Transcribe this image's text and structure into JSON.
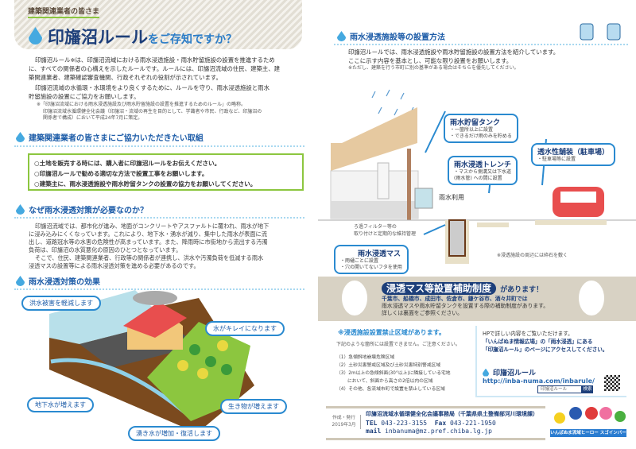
{
  "left": {
    "kicker": "建築関連業者の皆さま",
    "title_main": "印旛沼ルール",
    "title_rest": "をご存知ですか？",
    "intro_lines": [
      "印旛沼ルール※は、印旛沼流域における雨水浸透施設・雨水貯留施設の設置を推進するため",
      "に、すべての関係者の心構えを示したルールです。ルールには、印旛沼流域の住民、建築主、建",
      "築関連業者、建築確認審査機関、行政それぞれの役割が示されています。",
      "印旛沼流域の水循環・水環境をより良くするために、ルールを守り、雨水浸透施設と雨水",
      "貯留施設の設置にご協力をお願いします。"
    ],
    "note_lines": [
      "※「印旛沼流域における雨水浸透施設及び雨水貯留施設の設置を推進するためのルール」の略称。",
      "印旛沼流域水循環健全化会議（印旛沼・流域の再生を目的として、学識者や市民、行政など、印旛沼の",
      "関係者で構成）において平成24年7月に策定。"
    ],
    "section1": {
      "heading": "建築関連業者の皆さまにご協力いただきたい取組",
      "items": [
        "○土地を販売する時には、購入者に印旛沼ルールをお伝えください。",
        "○印旛沼ルールで勧める適切な方法で設置工事をお願いします。",
        "○建築主に、雨水浸透施設や雨水貯留タンクの設置の協力をお願いしてください。"
      ]
    },
    "section2": {
      "heading": "なぜ雨水浸透対策が必要なのか？",
      "lines": [
        "印旛沼流域では、都市化が進み、地面がコンクリートやアスファルトに覆われ、雨水が地下",
        "に浸み込みにくくなっています。これにより、地下水・湧水が減り、集中した雨水が表面に流",
        "出し、道路冠水等の水害の危険性が高まっています。また、降雨時に市街地から流出する汚濁",
        "負荷は、印旛沼の水質悪化の原因のひとつとなっています。",
        "そこで、住民、建築関連業者、行政等の関係者が連携し、洪水や汚濁負荷を低減する雨水",
        "浸透マスの設置等による雨水浸透対策を進める必要があるのです。"
      ]
    },
    "section3": {
      "heading": "雨水浸透対策の効果",
      "callouts": [
        "洪水被害を軽減します",
        "水がキレイになります",
        "地下水が増えます",
        "生き物が増えます",
        "湧き水が増加・復活します"
      ]
    }
  },
  "right": {
    "heading": "雨水浸透施設等の設置方法",
    "intro_lines": [
      "印旛沼ルールでは、雨水浸透施設や雨水貯留施設の設置方法を紹介しています。",
      "ここに示す内容を基本とし、可能な限り設置をお願いします。"
    ],
    "intro_note": "※ただし、建築を行う市町に別の基準がある場合はそちらを優先してください。",
    "diagram": {
      "tank": {
        "title": "雨水貯留タンク",
        "lines": [
          "・一箇所以上に設置",
          "・できるだけ雨のみを貯める"
        ]
      },
      "trench": {
        "title": "雨水浸透トレンチ",
        "lines": [
          "・マスから側溝又は下水道",
          "(雨水管) への間に設置"
        ]
      },
      "paving": {
        "title": "透水性舗装（駐車場）",
        "lines": [
          "・駐車場等に設置"
        ]
      },
      "mass": {
        "title": "雨水浸透マス",
        "lines": [
          "・雨樋ごとに設置",
          "・穴の開いてないフタを使用"
        ]
      },
      "rain_use": "雨水利用",
      "filter_note": [
        "ろ過フィルター等の",
        "取り付けと定期的な維持管理"
      ],
      "gravel_note": "※浸透施設の周辺には砕石を敷く"
    },
    "subsidy": {
      "title": "浸透マス等設置補助制度",
      "title_suffix": "があります！",
      "line1": "千葉市、船橋市、成田市、佐倉市、鎌ケ谷市、酒々井町では",
      "line2": "雨水浸透マスや雨水貯留タンクを設置する際の補助制度があります。",
      "line3": "詳しくは裏面をご参照ください。"
    },
    "prohibited": {
      "heading": "※浸透施設設置禁止区域があります。",
      "sub": "下記のような箇所には設置できません。ご注意ください。",
      "items": [
        "（1）急傾斜地崩壊危険区域",
        "（2）土砂災害警戒区域及び土砂災害特別警戒区域",
        "（3）2m以上の急傾斜面(30°以上)に隣接している宅地",
        "において、斜面から高さの2倍以内の区域",
        "（4）その他、各流域市町で設置を禁止している区域"
      ]
    },
    "web": {
      "line1": "HPで詳しい内容をご覧いただけます。",
      "line2": "「いんばぬま情報広場」の「雨水浸透」にある",
      "line3": "「印旛沼ルール」のページにアクセスしてください。",
      "label": "印旛沼ルール",
      "url": "http://inba-numa.com/inbarule/",
      "search_value": "印旛沼ルール",
      "search_button": "検索"
    },
    "footer": {
      "issued_label": "作成・発行",
      "issued_date": "2019年3月",
      "org": "印旛沼流域水循環健全化会議事務局（千葉県県土整備部河川環境課）",
      "tel_label": "TEL",
      "tel": "043-223-3155",
      "fax_label": "Fax",
      "fax": "043-221-1950",
      "mail_label": "mail",
      "mail": "inbanuma@mz.pref.chiba.lg.jp",
      "mascot_caption": "いんばぬま流域ヒーロー スゴインバー"
    }
  },
  "colors": {
    "navy": "#1d3f7a",
    "blue": "#2a8ad0",
    "green": "#8cc63f",
    "band": "#d8d2c4"
  }
}
